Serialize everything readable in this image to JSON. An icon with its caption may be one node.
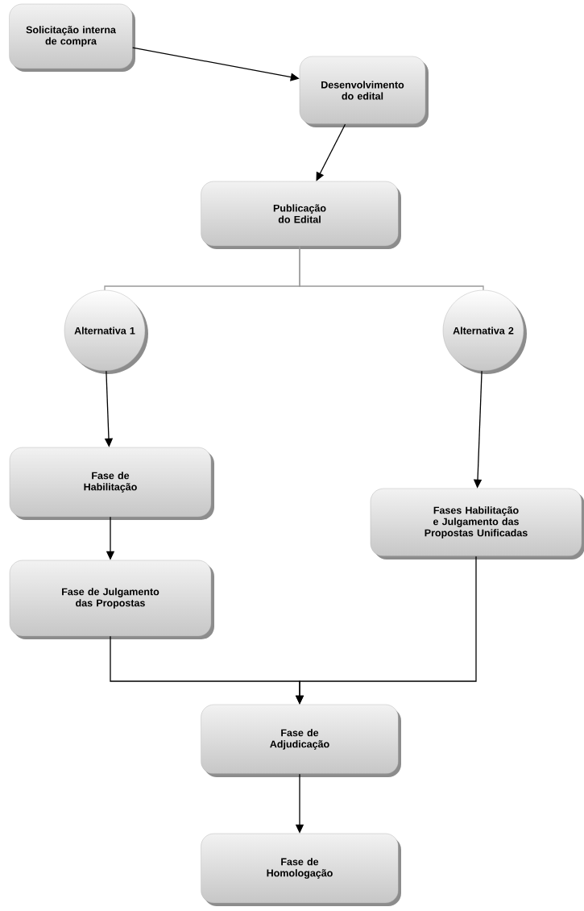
{
  "diagram": {
    "nodes": [
      {
        "text": [
          "Solicitação interna de compra"
        ]
      },
      {
        "text": [
          "Desenvolvimento do edital"
        ]
      },
      {
        "text": [
          "Publicação do Edital"
        ]
      },
      {
        "text": [
          "Alternativa 1"
        ]
      },
      {
        "text": [
          "Alternativa 2"
        ]
      },
      {
        "text": [
          "Fase de Habilitação"
        ]
      },
      {
        "text": [
          "Fase de Julgamento das Propostas"
        ]
      },
      {
        "text": [
          "Fases Habilitação e Julgamento das Propostas Unificadas"
        ]
      },
      {
        "text": [
          "Fase de Adjudicação"
        ]
      },
      {
        "text": [
          "Fase de Homologação"
        ]
      }
    ],
    "edges": [
      {
        "from": 0,
        "to": 1,
        "arrow": "to"
      },
      {
        "from": 1,
        "to": 2,
        "arrow": "to"
      },
      {
        "from": 2,
        "to": 3,
        "arrow": "none",
        "color": "#999999"
      },
      {
        "from": 2,
        "to": 4,
        "arrow": "none",
        "color": "#999999"
      },
      {
        "from": 3,
        "to": 5,
        "arrow": "to"
      },
      {
        "from": 5,
        "to": 6,
        "arrow": "to"
      },
      {
        "from": 4,
        "to": 7,
        "arrow": "to"
      },
      {
        "from": 6,
        "to": 8,
        "arrow": "to"
      },
      {
        "from": 7,
        "to": 8,
        "arrow": "to"
      },
      {
        "from": 8,
        "to": 9,
        "arrow": "to"
      }
    ]
  }
}
